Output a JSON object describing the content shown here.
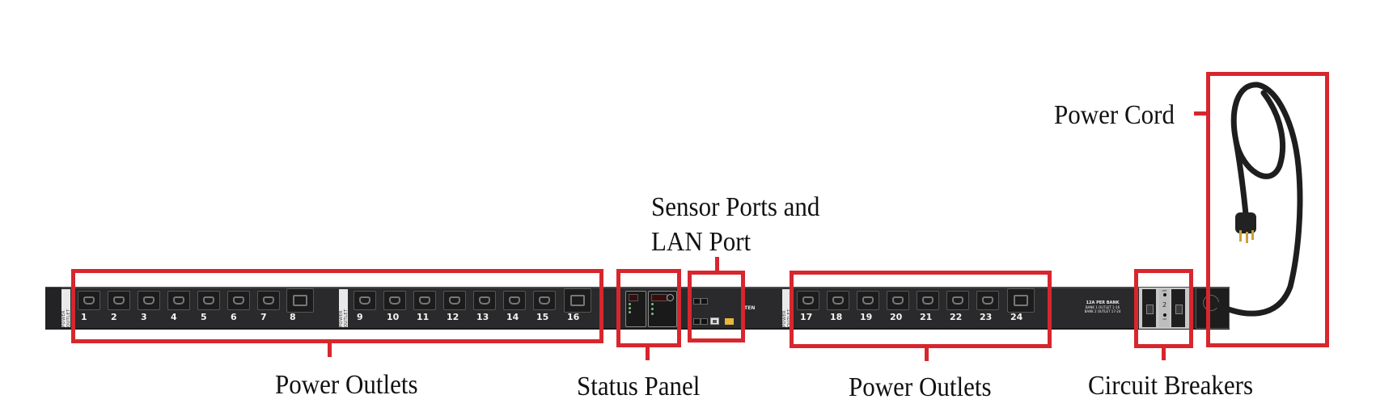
{
  "diagram": {
    "subject": "Rack PDU front panel",
    "accent_color": "#d7262e",
    "callouts": [
      {
        "id": "power-outlets-left",
        "label": "Power Outlets"
      },
      {
        "id": "status-panel",
        "label": "Status Panel"
      },
      {
        "id": "sensor-lan",
        "label_line1": "Sensor Ports and",
        "label_line2": "LAN Port"
      },
      {
        "id": "power-outlets-right",
        "label": "Power Outlets"
      },
      {
        "id": "circuit-breakers",
        "label": "Circuit Breakers"
      },
      {
        "id": "power-cord",
        "label": "Power Cord"
      }
    ],
    "device": {
      "outlet_numbers": [
        "1",
        "2",
        "3",
        "4",
        "5",
        "6",
        "7",
        "8",
        "9",
        "10",
        "11",
        "12",
        "13",
        "14",
        "15",
        "16",
        "17",
        "18",
        "19",
        "20",
        "21",
        "22",
        "23",
        "24"
      ],
      "strip_label": "POWER OUTLET",
      "bank_note": {
        "line1": "12A PER BANK",
        "line2": "BANK 1 OUTLET 1-16",
        "line3": "BANK 2 OUTLET 17-24"
      },
      "breaker_bank_number": "2",
      "breaker_off": "OFF",
      "breaker_on": "ON",
      "brand": "ATEN"
    }
  }
}
